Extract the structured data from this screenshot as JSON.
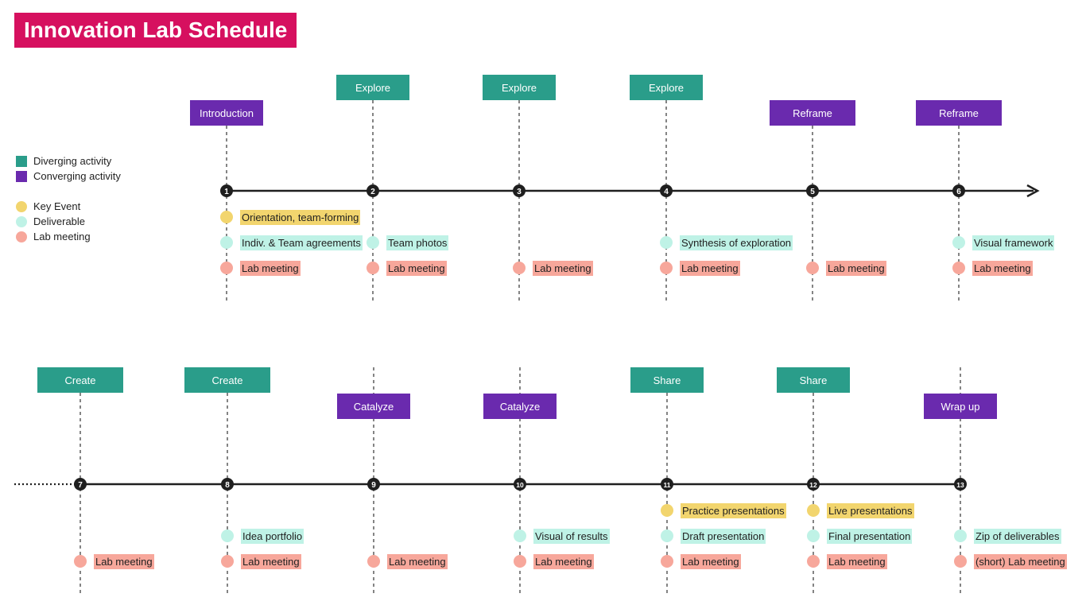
{
  "title": "Innovation Lab Schedule",
  "colors": {
    "title_bg": "#D6105F",
    "diverging": "#2A9D8A",
    "converging": "#6A2AAE",
    "key_event": "#F2D56E",
    "deliverable": "#BFF2E6",
    "lab_meeting": "#F7A79B",
    "line": "#1f1f1f"
  },
  "legend": {
    "activities": [
      {
        "type": "diverging",
        "label": "Diverging activity"
      },
      {
        "type": "converging",
        "label": "Converging activity"
      }
    ],
    "events": [
      {
        "type": "key_event",
        "label": "Key Event"
      },
      {
        "type": "deliverable",
        "label": "Deliverable"
      },
      {
        "type": "lab_meeting",
        "label": "Lab meeting"
      }
    ]
  },
  "rows": [
    {
      "leading_dots": false,
      "weeks": [
        {
          "number": "1",
          "phase": {
            "label": "Introduction",
            "type": "converging"
          },
          "events": [
            {
              "type": "key_event",
              "label": "Orientation, team-forming"
            },
            {
              "type": "deliverable",
              "label": "Indiv. & Team agreements"
            },
            {
              "type": "lab_meeting",
              "label": "Lab meeting"
            }
          ]
        },
        {
          "number": "2",
          "phase": {
            "label": "Explore",
            "type": "diverging"
          },
          "events": [
            {
              "type": "deliverable",
              "label": "Team photos"
            },
            {
              "type": "lab_meeting",
              "label": "Lab meeting"
            }
          ]
        },
        {
          "number": "3",
          "phase": {
            "label": "Explore",
            "type": "diverging"
          },
          "events": [
            {
              "type": "lab_meeting",
              "label": "Lab meeting"
            }
          ]
        },
        {
          "number": "4",
          "phase": {
            "label": "Explore",
            "type": "diverging"
          },
          "events": [
            {
              "type": "deliverable",
              "label": "Synthesis of exploration"
            },
            {
              "type": "lab_meeting",
              "label": "Lab meeting"
            }
          ]
        },
        {
          "number": "5",
          "phase": {
            "label": "Reframe",
            "type": "converging"
          },
          "events": [
            {
              "type": "lab_meeting",
              "label": "Lab meeting"
            }
          ]
        },
        {
          "number": "6",
          "phase": {
            "label": "Reframe",
            "type": "converging"
          },
          "events": [
            {
              "type": "deliverable",
              "label": "Visual framework"
            },
            {
              "type": "lab_meeting",
              "label": "Lab meeting"
            }
          ]
        }
      ]
    },
    {
      "leading_dots": true,
      "weeks": [
        {
          "number": "7",
          "phase": {
            "label": "Create",
            "type": "diverging"
          },
          "events": [
            {
              "type": "lab_meeting",
              "label": "Lab meeting"
            }
          ]
        },
        {
          "number": "8",
          "phase": {
            "label": "Create",
            "type": "diverging"
          },
          "events": [
            {
              "type": "deliverable",
              "label": "Idea portfolio"
            },
            {
              "type": "lab_meeting",
              "label": "Lab meeting"
            }
          ]
        },
        {
          "number": "9",
          "phase": {
            "label": "Catalyze",
            "type": "converging"
          },
          "events": [
            {
              "type": "lab_meeting",
              "label": "Lab meeting"
            }
          ]
        },
        {
          "number": "10",
          "phase": {
            "label": "Catalyze",
            "type": "converging"
          },
          "events": [
            {
              "type": "deliverable",
              "label": "Visual of results"
            },
            {
              "type": "lab_meeting",
              "label": "Lab meeting"
            }
          ]
        },
        {
          "number": "11",
          "phase": {
            "label": "Share",
            "type": "diverging"
          },
          "events": [
            {
              "type": "key_event",
              "label": "Practice presentations"
            },
            {
              "type": "deliverable",
              "label": "Draft presentation"
            },
            {
              "type": "lab_meeting",
              "label": "Lab meeting"
            }
          ]
        },
        {
          "number": "12",
          "phase": {
            "label": "Share",
            "type": "diverging"
          },
          "events": [
            {
              "type": "key_event",
              "label": "Live presentations"
            },
            {
              "type": "deliverable",
              "label": "Final presentation"
            },
            {
              "type": "lab_meeting",
              "label": "Lab meeting"
            }
          ]
        },
        {
          "number": "13",
          "phase": {
            "label": "Wrap up",
            "type": "converging"
          },
          "events": [
            {
              "type": "deliverable",
              "label": "Zip of deliverables"
            },
            {
              "type": "lab_meeting",
              "label": "(short) Lab meeting"
            }
          ]
        }
      ]
    }
  ]
}
